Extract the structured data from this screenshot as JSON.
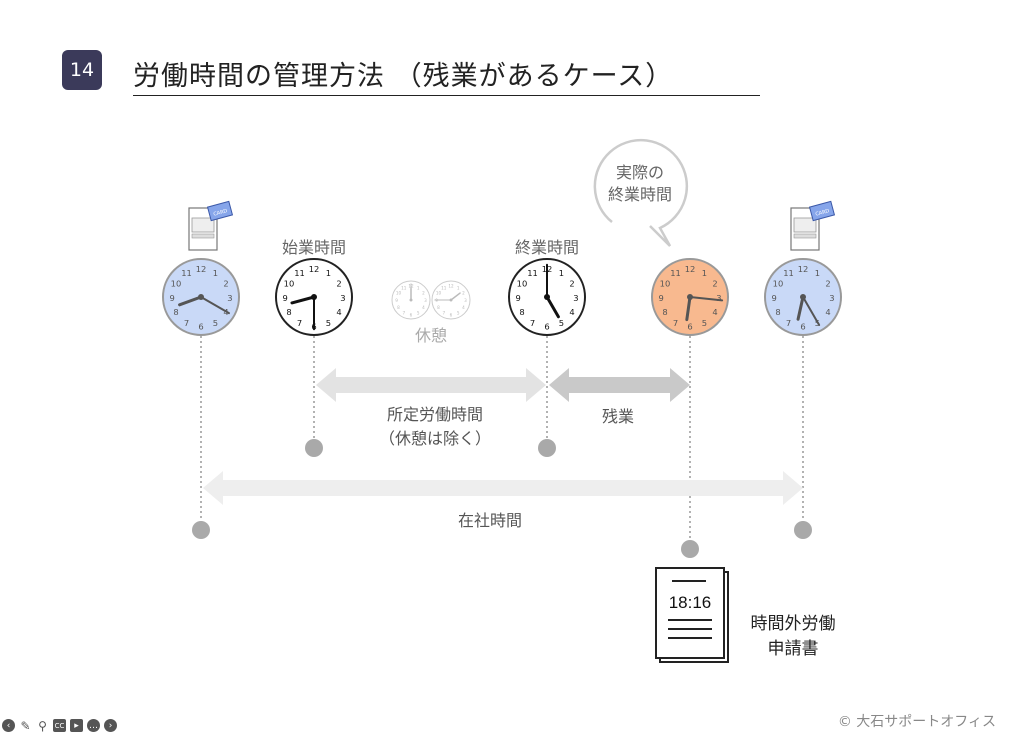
{
  "slide": {
    "number": "14",
    "title": "労働時間の管理方法 （残業があるケース）"
  },
  "labels": {
    "start": "始業時間",
    "end": "終業時間",
    "break": "休憩",
    "scheduled_line1": "所定労働時間",
    "scheduled_line2": "（休憩は除く）",
    "overtime": "残業",
    "on_premises": "在社時間",
    "bubble_line1": "実際の",
    "bubble_line2": "終業時間",
    "form_line1": "時間外労働",
    "form_line2": "申請書",
    "form_time": "18:16",
    "card_text": "CARD"
  },
  "clocks": [
    {
      "id": "clock-in",
      "hour": 8,
      "minute": 20,
      "face": "#c9d9f7"
    },
    {
      "id": "start",
      "hour": 8,
      "minute": 30,
      "face": "#ffffff"
    },
    {
      "id": "break-start",
      "hour": 12,
      "minute": 0,
      "face": "#ffffff"
    },
    {
      "id": "break-end",
      "hour": 1,
      "minute": 45,
      "face": "#ffffff"
    },
    {
      "id": "end",
      "hour": 5,
      "minute": 0,
      "face": "#ffffff"
    },
    {
      "id": "actual-end",
      "hour": 6,
      "minute": 16,
      "face": "#f8b98f"
    },
    {
      "id": "clock-out",
      "hour": 6,
      "minute": 25,
      "face": "#c9d9f7"
    }
  ],
  "toolbar": [
    "back-icon",
    "pen-icon",
    "search-icon",
    "cc-icon",
    "video-icon",
    "more-icon",
    "forward-icon"
  ],
  "copyright": "© 大石サポートオフィス"
}
